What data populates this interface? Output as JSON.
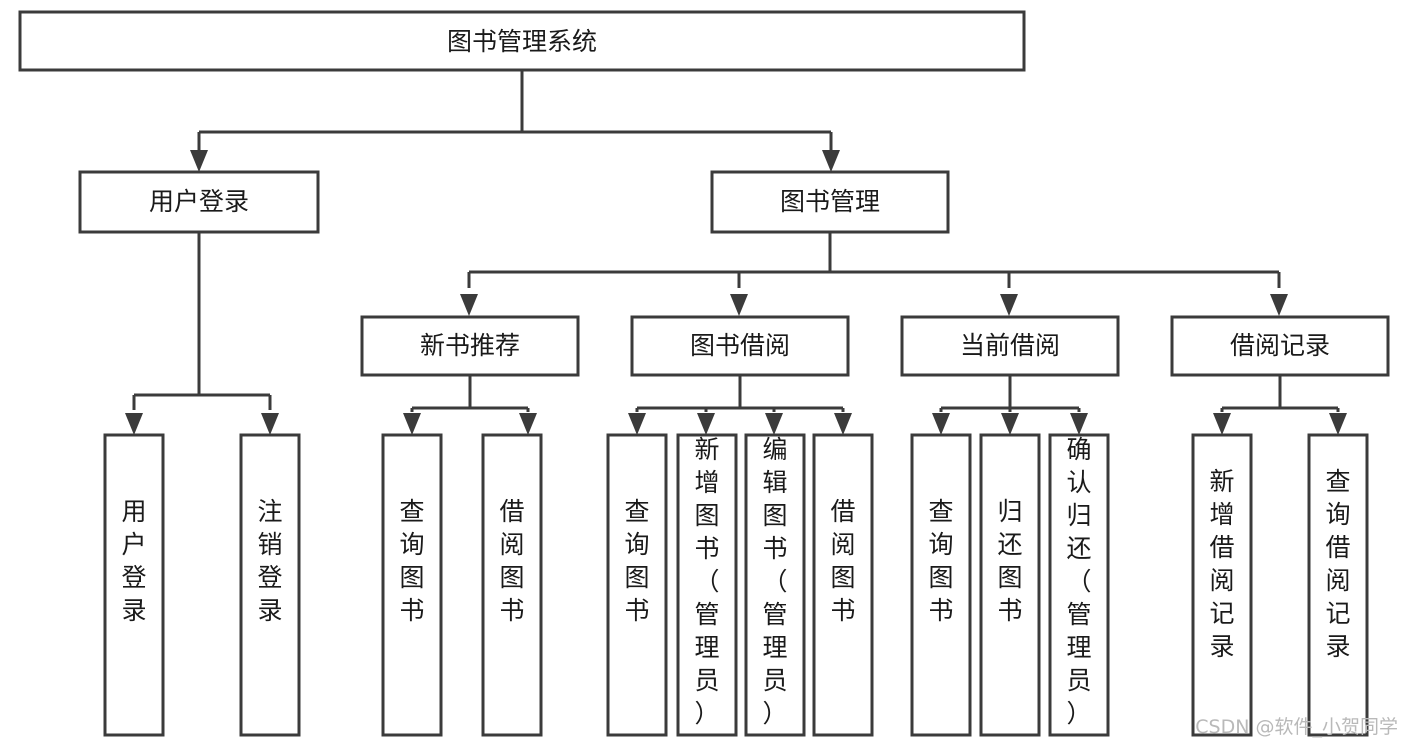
{
  "diagram": {
    "title": "图书管理系统",
    "type": "tree-hierarchy-chart",
    "root": {
      "label": "图书管理系统"
    },
    "level2": [
      {
        "id": "user-login",
        "label": "用户登录"
      },
      {
        "id": "book-manage",
        "label": "图书管理"
      }
    ],
    "level3": [
      {
        "id": "new-book-recommend",
        "label": "新书推荐"
      },
      {
        "id": "book-borrow",
        "label": "图书借阅"
      },
      {
        "id": "current-borrow",
        "label": "当前借阅"
      },
      {
        "id": "borrow-record",
        "label": "借阅记录"
      }
    ],
    "leaves": {
      "user_login": [
        {
          "id": "leaf-user-login",
          "label": "用户登录"
        },
        {
          "id": "leaf-logout-login",
          "label": "注销登录"
        }
      ],
      "new_book_recommend": [
        {
          "id": "leaf-query-book-1",
          "label": "查询图书"
        },
        {
          "id": "leaf-borrow-book-1",
          "label": "借阅图书"
        }
      ],
      "book_borrow": [
        {
          "id": "leaf-query-book-2",
          "label": "查询图书"
        },
        {
          "id": "leaf-add-book",
          "label": "新增图书（管理员）"
        },
        {
          "id": "leaf-edit-book",
          "label": "编辑图书（管理员）"
        },
        {
          "id": "leaf-borrow-book-2",
          "label": "借阅图书"
        }
      ],
      "current_borrow": [
        {
          "id": "leaf-query-book-3",
          "label": "查询图书"
        },
        {
          "id": "leaf-return-book",
          "label": "归还图书"
        },
        {
          "id": "leaf-confirm-return",
          "label": "确认归还（管理员）"
        }
      ],
      "borrow_record": [
        {
          "id": "leaf-add-record",
          "label": "新增借阅记录"
        },
        {
          "id": "leaf-query-record",
          "label": "查询借阅记录"
        }
      ]
    }
  },
  "watermark": {
    "text": "CSDN @软件_小贺同学"
  },
  "colors": {
    "stroke": "#3b3b3b",
    "box_fill": "#ffffff",
    "text": "#1a1a1a",
    "watermark": "#b9b9b9",
    "background": "#ffffff"
  }
}
